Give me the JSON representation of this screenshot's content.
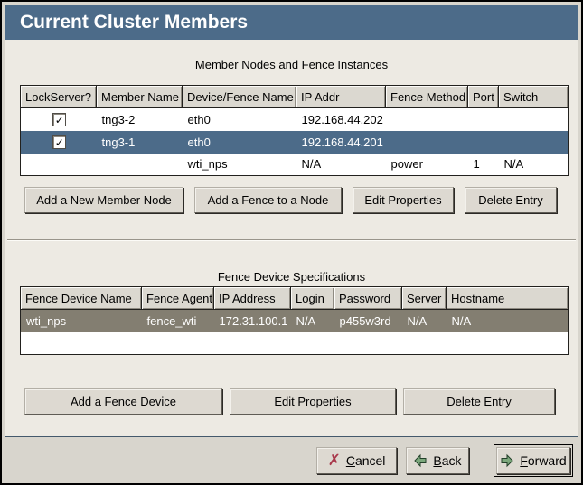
{
  "window": {
    "title": "Current Cluster Members"
  },
  "member_section": {
    "label": "Member Nodes and Fence Instances",
    "columns": [
      "LockServer?",
      "Member Name",
      "Device/Fence Name",
      "IP Addr",
      "Fence Method",
      "Port",
      "Switch"
    ],
    "rows": [
      {
        "lockserver": true,
        "member": "tng3-2",
        "device": "eth0",
        "ip": "192.168.44.202",
        "method": "",
        "port": "",
        "switch": "",
        "selected": false
      },
      {
        "lockserver": true,
        "member": "tng3-1",
        "device": "eth0",
        "ip": "192.168.44.201",
        "method": "",
        "port": "",
        "switch": "",
        "selected": true
      },
      {
        "lockserver": false,
        "member": "",
        "device": "wti_nps",
        "ip": "N/A",
        "method": "power",
        "port": "1",
        "switch": "N/A",
        "selected": false
      }
    ],
    "buttons": [
      "Add a New Member Node",
      "Add a Fence to a Node",
      "Edit Properties",
      "Delete Entry"
    ]
  },
  "fence_section": {
    "label": "Fence Device Specifications",
    "columns": [
      "Fence Device Name",
      "Fence Agent",
      "IP Address",
      "Login",
      "Password",
      "Server",
      "Hostname"
    ],
    "rows": [
      {
        "name": "wti_nps",
        "agent": "fence_wti",
        "ip": "172.31.100.1",
        "login": "N/A",
        "password": "p455w3rd",
        "server": "N/A",
        "hostname": "N/A",
        "selected": true
      }
    ],
    "buttons": [
      "Add a Fence Device",
      "Edit Properties",
      "Delete Entry"
    ]
  },
  "footer": {
    "cancel_label": "Cancel",
    "back_label": "Back",
    "forward_label": "Forward"
  },
  "icons": {
    "check_glyph": "✓",
    "cancel_glyph": "✗",
    "back": "arrow-left-icon",
    "forward": "arrow-right-icon"
  },
  "colors": {
    "titlebar": "#4c6b89",
    "selection_active": "#4c6b89",
    "selection_inactive": "#837e71",
    "background": "#edeae3"
  }
}
